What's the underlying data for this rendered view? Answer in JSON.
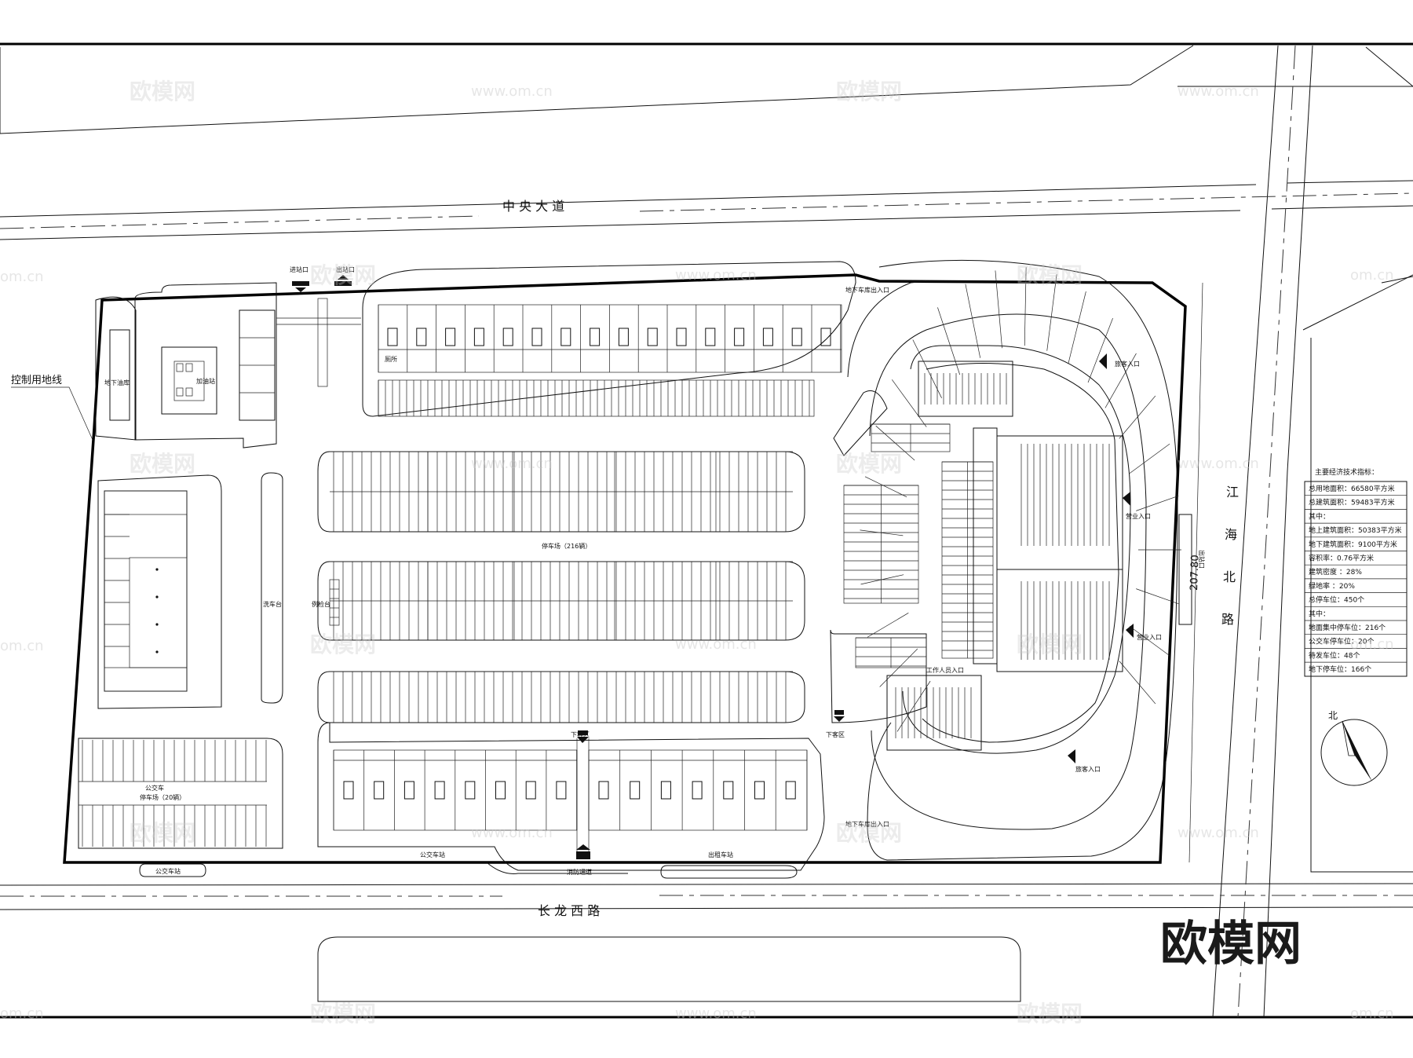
{
  "roads": {
    "north": "中 央 大 道",
    "south": "长 龙 西 路",
    "east_chars": [
      "江",
      "海",
      "北",
      "路"
    ]
  },
  "labels": {
    "control_line": "控制用地线",
    "entry_gate": "进站口",
    "exit_gate": "出站口",
    "underground_tank": "地下油库",
    "gas_station": "加油站",
    "parking_main": "停车场（216辆）",
    "bus_parking_1": "公交车",
    "bus_parking_2": "停车场（20辆）",
    "bus_stop_left": "公交车站",
    "bus_stop_south": "公交车站",
    "taxi_stop": "出租车站",
    "fire_lane": "消防通道",
    "dropoff_1": "下客区",
    "dropoff_2": "下客区",
    "car_wash": "洗车台",
    "inspection": "例检台",
    "underground_ramp_1": "地下车库出入口",
    "underground_ramp_2": "地下车库出入口",
    "passenger_entry_1": "旅客入口",
    "passenger_entry_2": "旅客入口",
    "business_entry_1": "营业入口",
    "business_entry_2": "营业入口",
    "staff_entry": "工作人员入口",
    "east_exit": "出站口",
    "dimension": "207.80",
    "north_arrow": "北",
    "toilet": "厕所"
  },
  "legend": {
    "title": "主要经济技术指标：",
    "rows": [
      "总用地面积：66580平方米",
      "总建筑面积：59483平方米",
      "其中：",
      "地上建筑面积：50383平方米",
      "地下建筑面积：9100平方米",
      "容积率：0.76平方米",
      "建筑密度 ：28%",
      "绿地率 ：20%",
      "总停车位：450个",
      "其中：",
      "地面集中停车位：216个",
      "公交车停车位：20个",
      "待发车位：48个",
      "地下停车位：166个"
    ]
  },
  "watermarks": {
    "logo": "欧模网",
    "url": "www.om.cn",
    "url_partial": "om.cn",
    "brand": "欧模网"
  }
}
